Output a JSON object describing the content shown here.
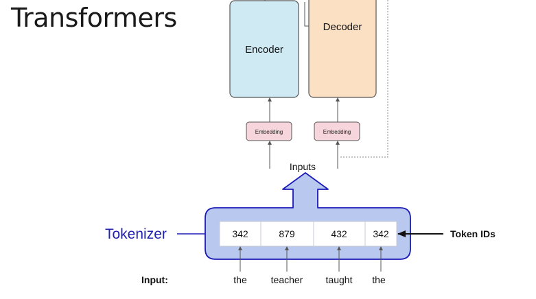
{
  "title": "Transformers",
  "encoder": {
    "label": "Encoder",
    "embedding_label": "Embedding"
  },
  "decoder": {
    "label": "Decoder",
    "embedding_label": "Embedding"
  },
  "inputs_label": "Inputs",
  "tokenizer": {
    "label": "Tokenizer",
    "token_ids": [
      "342",
      "879",
      "432",
      "342"
    ],
    "token_ids_label": "Token IDs"
  },
  "input_row": {
    "label": "Input:",
    "words": [
      "the",
      "teacher",
      "taught",
      "the"
    ]
  },
  "colors": {
    "encoder_fill": "#cfeaf3",
    "decoder_fill": "#fbe0c4",
    "embedding_fill": "#f6d6dc",
    "tokenizer_fill": "#b9c8ef",
    "tokenizer_stroke": "#1a1ab8",
    "tokenizer_text": "#2222b0",
    "line": "#555555"
  }
}
